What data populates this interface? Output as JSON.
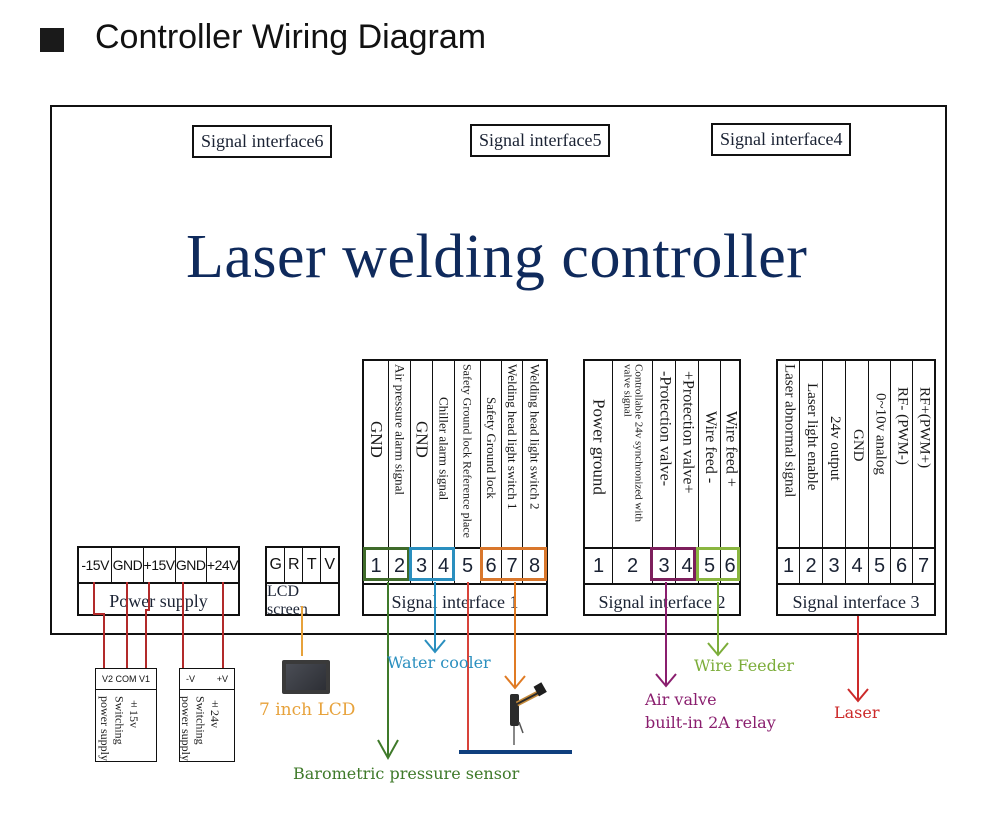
{
  "header": {
    "title": "Controller Wiring Diagram",
    "bullet_icon": "square-bullet-icon"
  },
  "controller": {
    "title": "Laser welding controller",
    "top_interfaces": [
      "Signal interface6",
      "Signal interface5",
      "Signal interface4"
    ]
  },
  "power_supply": {
    "terminals": [
      "-15V",
      "GND",
      "+15V",
      "GND",
      "+24V"
    ],
    "label": "Power supply"
  },
  "lcd_screen": {
    "terminals": [
      "G",
      "R",
      "T",
      "V"
    ],
    "label": "LCD screen"
  },
  "signal_interface_1": {
    "label": "Signal interface 1",
    "pins": [
      {
        "num": "1",
        "name": "GND"
      },
      {
        "num": "2",
        "name": "Air pressure alarm signal"
      },
      {
        "num": "3",
        "name": "GND"
      },
      {
        "num": "4",
        "name": "Chiller alarm signal"
      },
      {
        "num": "5",
        "name": "Safety Ground lock Reference place"
      },
      {
        "num": "6",
        "name": "Safety Ground lock"
      },
      {
        "num": "7",
        "name": "Welding head light switch 1"
      },
      {
        "num": "8",
        "name": "Welding head light switch 2"
      }
    ]
  },
  "signal_interface_2": {
    "label": "Signal interface 2",
    "pins": [
      {
        "num": "1",
        "name": "Power ground"
      },
      {
        "num": "2",
        "name": "Controllable 24v synchronized with valve signal"
      },
      {
        "num": "3",
        "name": "-Protection valve-"
      },
      {
        "num": "4",
        "name": "+Protection valve+"
      },
      {
        "num": "5",
        "name": "Wire feed -"
      },
      {
        "num": "6",
        "name": "Wire feed +"
      }
    ]
  },
  "signal_interface_3": {
    "label": "Signal interface 3",
    "pins": [
      {
        "num": "1",
        "name": "Laser abnormal signal"
      },
      {
        "num": "2",
        "name": "Laser light enable"
      },
      {
        "num": "3",
        "name": "24v output"
      },
      {
        "num": "4",
        "name": "GND"
      },
      {
        "num": "5",
        "name": "0~10v analog"
      },
      {
        "num": "6",
        "name": "RF- (PWM-)"
      },
      {
        "num": "7",
        "name": "RF+(PWM+)"
      }
    ]
  },
  "psu_15v": {
    "terminals": [
      "V2",
      "COM",
      "V1"
    ],
    "name": "±15v Switching power supply"
  },
  "psu_24v": {
    "terminals": [
      "-V",
      "+V"
    ],
    "name": "±24v Switching power supply"
  },
  "peripherals": {
    "lcd": "7 inch LCD",
    "water_cooler": "Water cooler",
    "barometric": "Barometric pressure sensor",
    "wire_feeder": "Wire Feeder",
    "air_valve_line1": "Air valve",
    "air_valve_line2": "built-in 2A relay",
    "laser": "Laser"
  },
  "colors": {
    "power_wire": "#b22a2a",
    "lcd_wire": "#e7a23b",
    "barometric": "#3f7a2a",
    "water_cooler": "#2a8fbf",
    "ground_lock": "#d8433a",
    "welding_head": "#e07b24",
    "air_valve": "#8a1e6e",
    "wire_feeder": "#7cad3a",
    "laser": "#cc2a2a",
    "title_navy": "#0f2a5c"
  }
}
